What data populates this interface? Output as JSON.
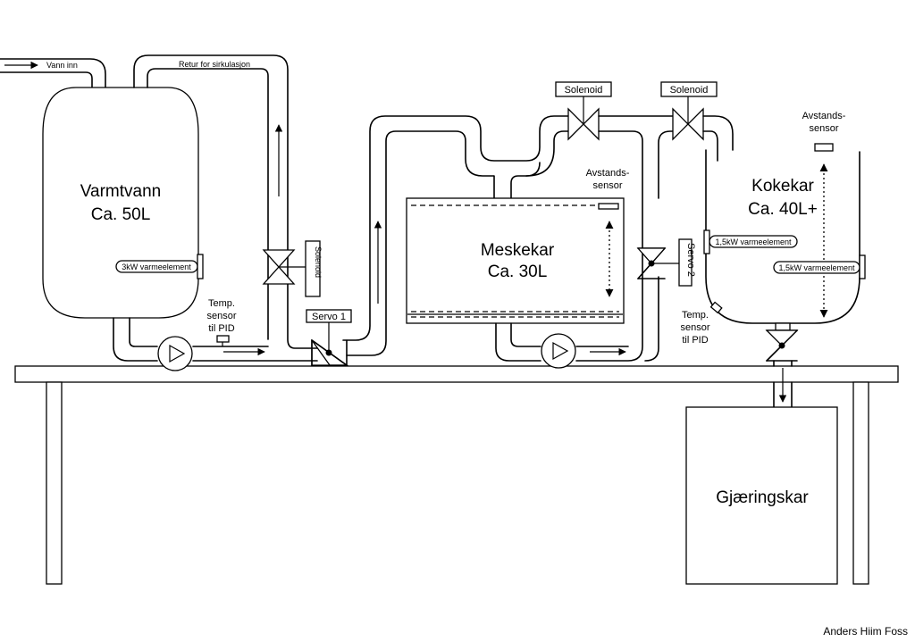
{
  "inlet_label": "Vann inn",
  "return_label": "Retur for sirkulasjon",
  "hot_water_tank": {
    "title": "Varmtvann",
    "capacity": "Ca. 50L",
    "heater": "3kW varmeelement"
  },
  "temp_sensor_1": [
    "Temp.",
    "sensor",
    "til PID"
  ],
  "solenoid_vertical": "Solenoid",
  "servo_1": "Servo 1",
  "mash_tun": {
    "title": "Meskekar",
    "capacity": "Ca. 30L",
    "distance_sensor": [
      "Avstands-",
      "sensor"
    ]
  },
  "solenoid_1": "Solenoid",
  "solenoid_2": "Solenoid",
  "servo_2": "Servo 2",
  "boil_kettle": {
    "title": "Kokekar",
    "capacity": "Ca. 40L+",
    "heater_upper": "1,5kW varmeelement",
    "heater_lower": "1,5kW varmeelement",
    "distance_sensor": [
      "Avstands-",
      "sensor"
    ]
  },
  "temp_sensor_2": [
    "Temp.",
    "sensor",
    "til PID"
  ],
  "fermenter": "Gjæringskar",
  "author": "Anders Hiim Foss"
}
